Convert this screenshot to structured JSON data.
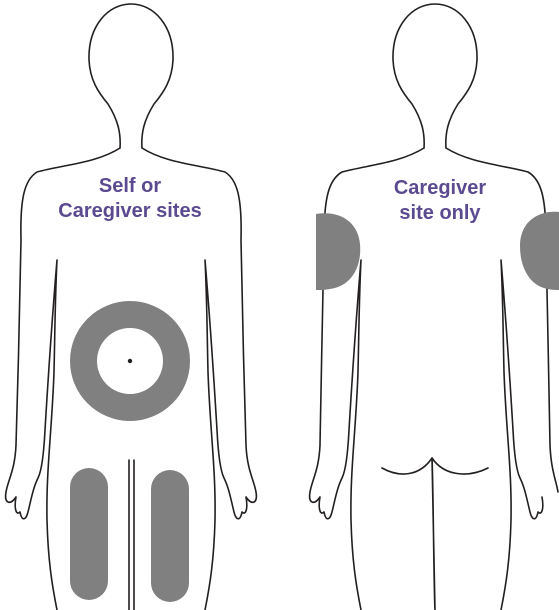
{
  "front": {
    "label_line1": "Self or",
    "label_line2": "Caregiver sites"
  },
  "back": {
    "label_line1": "Caregiver",
    "label_line2": "site only"
  },
  "colors": {
    "label_text": "#5b4a90",
    "site_fill": "#808080",
    "outline": "#231f20",
    "background": "#ffffff"
  },
  "icons": [
    "front-body-outline",
    "back-body-outline",
    "navel-dot"
  ]
}
